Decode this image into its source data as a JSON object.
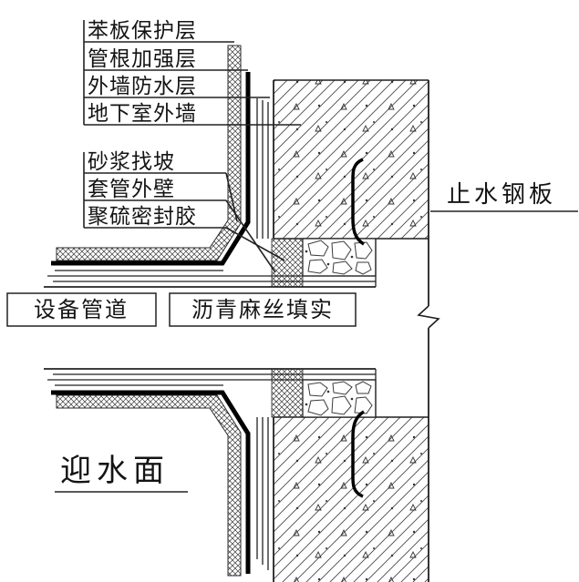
{
  "colors": {
    "background": "#ffffff",
    "line": "#1f1f1f",
    "hatch": "#4a4a4a",
    "membrane": "#000000"
  },
  "labels": {
    "top_stack": [
      "苯板保护层",
      "管根加强层",
      "外墙防水层",
      "地下室外墙"
    ],
    "mid_stack": [
      "砂浆找坡",
      "套管外壁",
      "聚硫密封胶"
    ],
    "equipment_pipe": "设备管道",
    "asphalt_fill": "沥青麻丝填实",
    "waterstop": "止水钢板",
    "water_facing_side": "迎水面"
  }
}
